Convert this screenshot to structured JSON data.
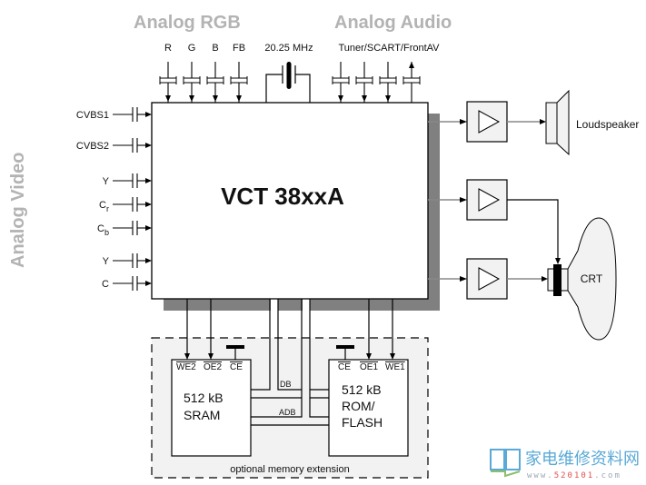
{
  "groups": {
    "analog_rgb": "Analog RGB",
    "analog_audio": "Analog Audio",
    "analog_video": "Analog Video"
  },
  "chip": {
    "label": "VCT 38xxA"
  },
  "top_inputs": {
    "rgb": [
      "R",
      "G",
      "B",
      "FB"
    ],
    "crystal": "20.25 MHz",
    "audio": "Tuner/SCART/FrontAV"
  },
  "video_inputs": [
    {
      "label": "CVBS1",
      "sub": ""
    },
    {
      "label": "CVBS2",
      "sub": ""
    },
    {
      "label": "Y",
      "sub": ""
    },
    {
      "label": "C",
      "sub": "r"
    },
    {
      "label": "C",
      "sub": "b"
    },
    {
      "label": "Y",
      "sub": ""
    },
    {
      "label": "C",
      "sub": ""
    }
  ],
  "outputs": {
    "loudspeaker": "Loudspeaker",
    "crt": "CRT"
  },
  "memory": {
    "caption": "optional memory extension",
    "sram": {
      "pins": [
        "WE2",
        "OE2",
        "CE"
      ],
      "line1": "512 kB",
      "line2": "SRAM"
    },
    "rom": {
      "pins": [
        "CE",
        "OE1",
        "WE1"
      ],
      "line1": "512 kB",
      "line2": "ROM/",
      "line3": "FLASH"
    },
    "bus_db": "DB",
    "bus_adb": "ADB"
  },
  "watermark": {
    "cn": "家电维修资料网",
    "url_prefix": "www.",
    "url_num": "520101",
    "url_suffix": ".com"
  },
  "colors": {
    "group_label": "#b3b3b3",
    "shadow": "#808080",
    "memory_bg": "#f2f2f2",
    "amp_bg": "#f2f2f2",
    "watermark_blue": "#5aa9d6",
    "watermark_red": "#e05050"
  }
}
